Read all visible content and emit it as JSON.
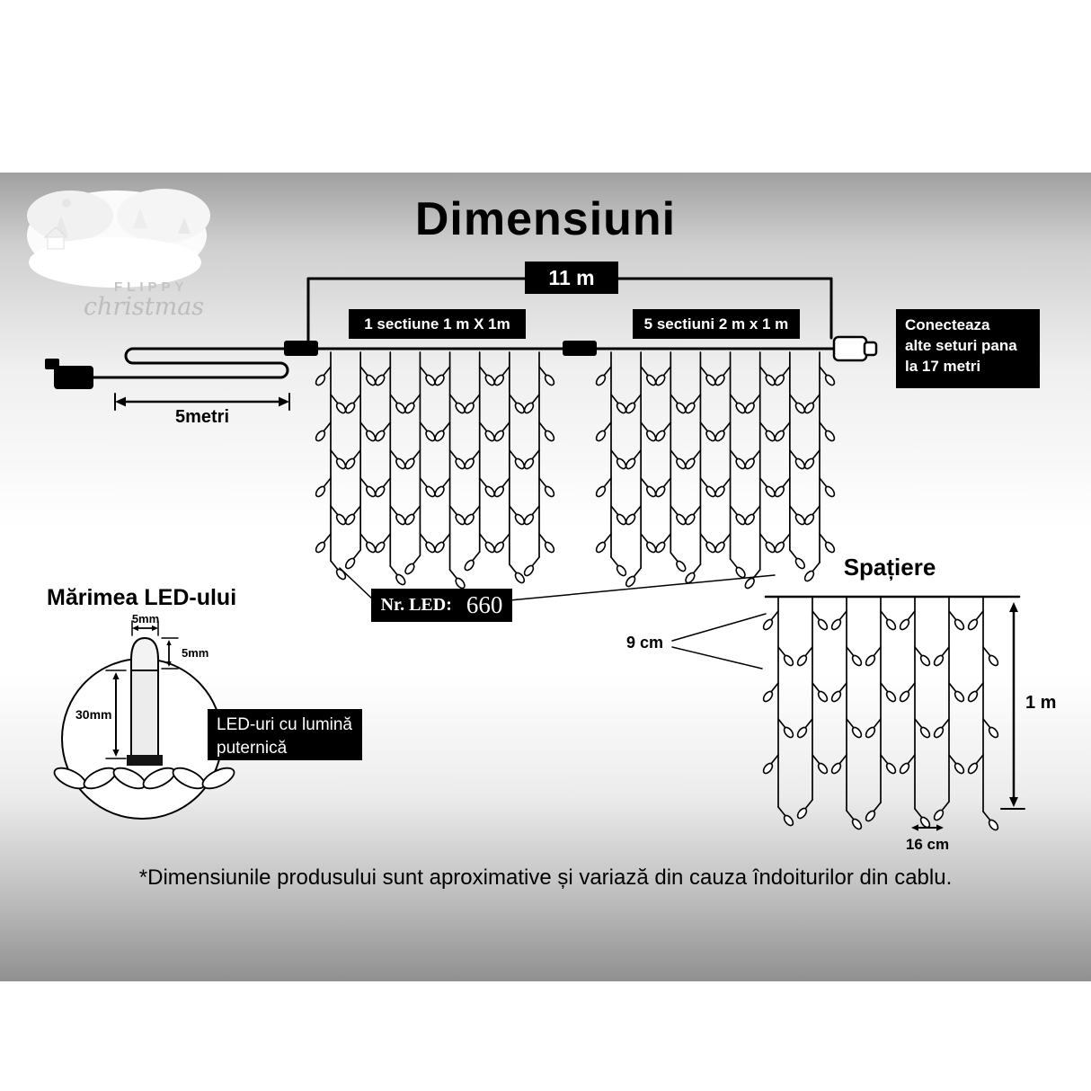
{
  "page": {
    "title": "Dimensiuni",
    "footnote": "*Dimensiunile produsului sunt aproximative și variază din cauza îndoiturilor din cablu."
  },
  "logo": {
    "brand": "FLIPPY",
    "script": "christmas"
  },
  "top_diagram": {
    "total_width": "11 m",
    "section_left": "1 sectiune 1 m X 1m",
    "section_right": "5 sectiuni 2 m x 1 m",
    "lead_length": "5metri",
    "connect_line1": "Conecteaza",
    "connect_line2": "alte seturi pana",
    "connect_line3": "la 17 metri",
    "led_count_label": "Nr. LED:",
    "led_count_value": "660"
  },
  "spacing": {
    "title": "Spațiere",
    "horizontal_gap": "9 cm",
    "height": "1 m",
    "bottom_gap": "16 cm"
  },
  "led_size": {
    "title": "Mărimea LED-ului",
    "width_top": "5mm",
    "dome_height": "5mm",
    "body_height": "30mm",
    "note_line1": "LED-uri cu lumină",
    "note_line2": "puternică"
  }
}
